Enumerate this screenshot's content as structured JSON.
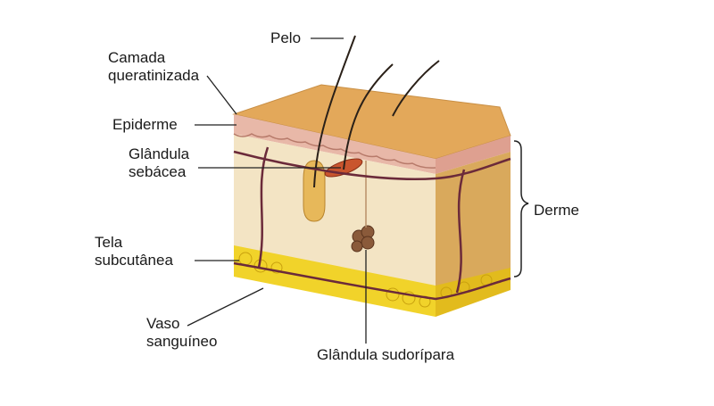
{
  "labels": {
    "pelo": "Pelo",
    "camada_line1": "Camada",
    "camada_line2": "queratinizada",
    "epiderme": "Epiderme",
    "glandula_sebacea_line1": "Glândula",
    "glandula_sebacea_line2": "sebácea",
    "tela_line1": "Tela",
    "tela_line2": "subcutânea",
    "vaso_line1": "Vaso",
    "vaso_line2": "sanguíneo",
    "derme": "Derme",
    "glandula_sudoripara": "Glândula sudorípara"
  },
  "colors": {
    "keratin_top": "#e3a85a",
    "epidermis": "#e8b8a8",
    "dermis_front": "#f3e4c4",
    "dermis_side": "#d9a95c",
    "fat": "#f1d32a",
    "vessel": "#6b2a3a",
    "leader_line": "#222222"
  }
}
